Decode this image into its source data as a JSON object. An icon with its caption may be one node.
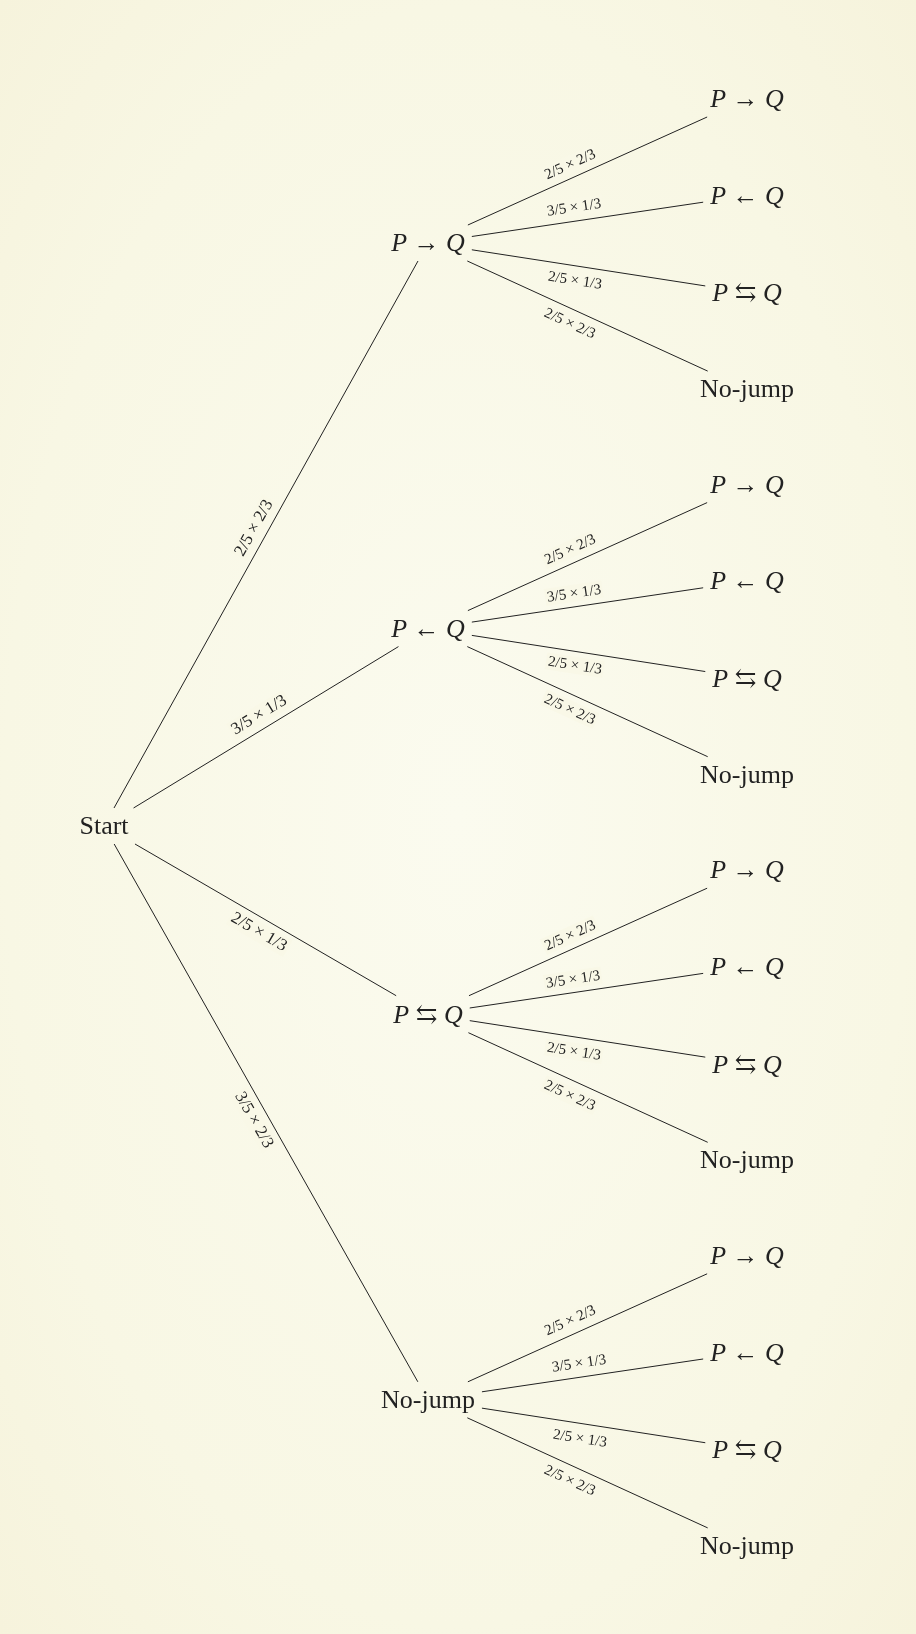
{
  "diagram": {
    "nodes": [
      {
        "text": [
          "Start"
        ]
      },
      {
        "text": [
          "*P* → *Q*"
        ]
      },
      {
        "text": [
          "*P* ← *Q*"
        ]
      },
      {
        "text": [
          "*P* ⇆ *Q*"
        ]
      },
      {
        "text": [
          "No-jump"
        ]
      },
      {
        "text": [
          "*P* → *Q*"
        ]
      },
      {
        "text": [
          "*P* ← *Q*"
        ]
      },
      {
        "text": [
          "*P* ⇆ *Q*"
        ]
      },
      {
        "text": [
          "No-jump"
        ]
      },
      {
        "text": [
          "*P* → *Q*"
        ]
      },
      {
        "text": [
          "*P* ← *Q*"
        ]
      },
      {
        "text": [
          "*P* ⇆ *Q*"
        ]
      },
      {
        "text": [
          "No-jump"
        ]
      },
      {
        "text": [
          "*P* → *Q*"
        ]
      },
      {
        "text": [
          "*P* ← *Q*"
        ]
      },
      {
        "text": [
          "*P* ⇆ *Q*"
        ]
      },
      {
        "text": [
          "No-jump"
        ]
      },
      {
        "text": [
          "*P* → *Q*"
        ]
      },
      {
        "text": [
          "*P* ← *Q*"
        ]
      },
      {
        "text": [
          "*P* ⇆ *Q*"
        ]
      },
      {
        "text": [
          "No-jump"
        ]
      }
    ],
    "edges": [
      {
        "from": 0,
        "to": 1,
        "arrow": "none",
        "label": "2/5 × 2/3"
      },
      {
        "from": 0,
        "to": 2,
        "arrow": "none",
        "label": "3/5 × 1/3"
      },
      {
        "from": 0,
        "to": 3,
        "arrow": "none",
        "label": "2/5 × 1/3"
      },
      {
        "from": 0,
        "to": 4,
        "arrow": "none",
        "label": "3/5 × 2/3"
      },
      {
        "from": 1,
        "to": 5,
        "arrow": "none",
        "label": "2/5 × 2/3"
      },
      {
        "from": 1,
        "to": 6,
        "arrow": "none",
        "label": "3/5 × 1/3"
      },
      {
        "from": 1,
        "to": 7,
        "arrow": "none",
        "label": "2/5 × 1/3"
      },
      {
        "from": 1,
        "to": 8,
        "arrow": "none",
        "label": "2/5 × 2/3"
      },
      {
        "from": 2,
        "to": 9,
        "arrow": "none",
        "label": "2/5 × 2/3"
      },
      {
        "from": 2,
        "to": 10,
        "arrow": "none",
        "label": "3/5 × 1/3"
      },
      {
        "from": 2,
        "to": 11,
        "arrow": "none",
        "label": "2/5 × 1/3"
      },
      {
        "from": 2,
        "to": 12,
        "arrow": "none",
        "label": "2/5 × 2/3"
      },
      {
        "from": 3,
        "to": 13,
        "arrow": "none",
        "label": "2/5 × 2/3"
      },
      {
        "from": 3,
        "to": 14,
        "arrow": "none",
        "label": "3/5 × 1/3"
      },
      {
        "from": 3,
        "to": 15,
        "arrow": "none",
        "label": "2/5 × 1/3"
      },
      {
        "from": 3,
        "to": 16,
        "arrow": "none",
        "label": "2/5 × 2/3"
      },
      {
        "from": 4,
        "to": 17,
        "arrow": "none",
        "label": "2/5 × 2/3"
      },
      {
        "from": 4,
        "to": 18,
        "arrow": "none",
        "label": "3/5 × 1/3"
      },
      {
        "from": 4,
        "to": 19,
        "arrow": "none",
        "label": "2/5 × 1/3"
      },
      {
        "from": 4,
        "to": 20,
        "arrow": "none",
        "label": "2/5 × 2/3"
      }
    ]
  }
}
